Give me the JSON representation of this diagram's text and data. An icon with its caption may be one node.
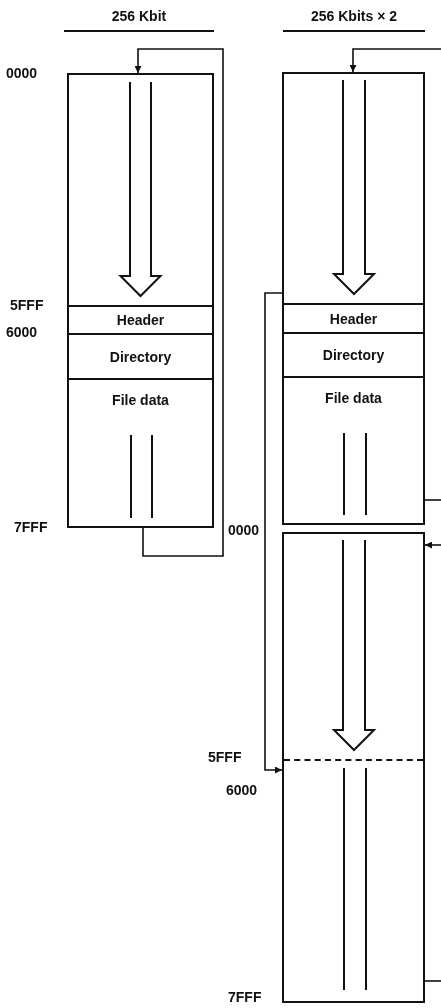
{
  "diagram": {
    "nodes": [
      {
        "text": [],
        "shape": "box"
      },
      {
        "text": [
          "Header"
        ],
        "in": 0
      },
      {
        "text": [
          "Directory"
        ],
        "in": 0
      },
      {
        "text": [
          "File data"
        ],
        "in": 0
      },
      {
        "text": [],
        "shape": "box"
      },
      {
        "text": [
          "Header"
        ],
        "in": 4
      },
      {
        "text": [
          "Directory"
        ],
        "in": 4
      },
      {
        "text": [
          "File data"
        ],
        "in": 4
      },
      {
        "text": [],
        "shape": "box"
      }
    ],
    "edges": [
      {
        "from": 3,
        "to": 0,
        "arrow": "to"
      },
      {
        "from": null,
        "to": 4,
        "arrow": "to"
      },
      {
        "from": 7,
        "to": null,
        "arrow": "none"
      },
      {
        "from": null,
        "to": 8,
        "arrow": "to"
      },
      {
        "from": 4,
        "to": 8,
        "arrow": "to"
      },
      {
        "from": 8,
        "to": null,
        "arrow": "none"
      }
    ],
    "labels": [
      "256 Kbit",
      "256 Kbits × 2",
      "0000",
      "5FFF",
      "6000",
      "7FFF",
      "0000",
      "5FFF",
      "6000",
      "7FFF"
    ]
  }
}
